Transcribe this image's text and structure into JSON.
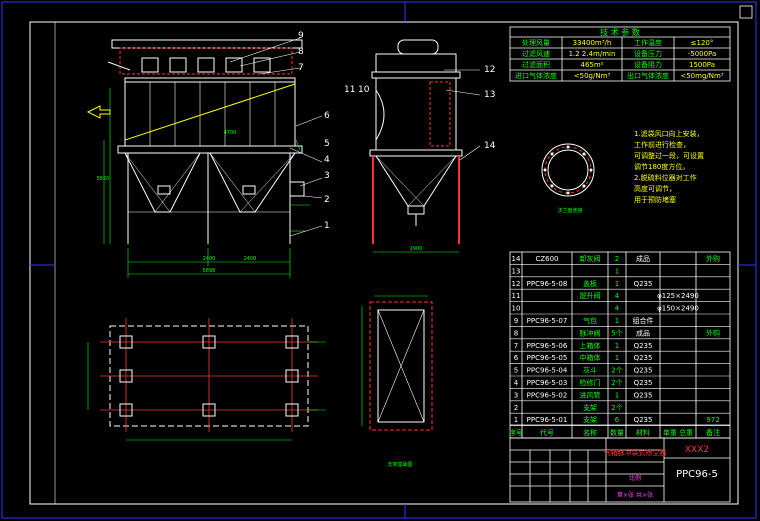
{
  "callouts": [
    "1",
    "2",
    "3",
    "4",
    "5",
    "6",
    "7",
    "8",
    "9",
    "10",
    "11",
    "12",
    "13",
    "14"
  ],
  "tech_params": {
    "title": "技 术 参 数",
    "rows": [
      [
        "处理风量",
        "33400m³/h",
        "工作温度",
        "≤120°"
      ],
      [
        "过滤风速",
        "1.2 2.4m/min",
        "设备压力",
        "-5000Pa"
      ],
      [
        "过滤面积",
        "465m²",
        "设备阻力",
        "1500Pa"
      ],
      [
        "进口气体浓度",
        "<50g/Nm³",
        "出口气体浓度",
        "<50mg/Nm³"
      ]
    ]
  },
  "notes": [
    "1.滤袋风口向上安装，",
    "工作前进行检查，",
    "可调整过一段，可设置",
    "调节180度方位。",
    "2.脱硫料位器对工作",
    "高度可调节，",
    "用于预防堵塞"
  ],
  "detail_label": "法兰盘连接",
  "plan_label": "支架基础图",
  "bom_rows": [
    [
      "14",
      "CZ600",
      "卸灰阀",
      "2",
      "成品",
      "",
      "外购"
    ],
    [
      "13",
      "",
      "",
      "1",
      "",
      "",
      " "
    ],
    [
      "12",
      "PPC96-5-08",
      "盖板",
      "1",
      "Q235",
      "",
      ""
    ],
    [
      "11",
      "",
      "提升阀",
      "4",
      "",
      "φ125×2490",
      ""
    ],
    [
      "10",
      "",
      "",
      "4",
      "",
      "φ150×2490",
      ""
    ],
    [
      "9",
      "PPC96-5-07",
      "气包",
      "1",
      "组合件",
      "",
      ""
    ],
    [
      "8",
      "",
      "脉冲阀",
      "5个",
      "成品",
      "",
      "外购"
    ],
    [
      "7",
      "PPC96-5-06",
      "上箱体",
      "1",
      "Q235",
      "",
      ""
    ],
    [
      "6",
      "PPC96-5-05",
      "中箱体",
      "1",
      "Q235",
      "",
      ""
    ],
    [
      "5",
      "PPC96-5-04",
      "灰斗",
      "2个",
      "Q235",
      "",
      ""
    ],
    [
      "4",
      "PPC96-5-03",
      "检修门",
      "2个",
      "Q235",
      "",
      ""
    ],
    [
      "3",
      "PPC96-5-02",
      "进风管",
      "1",
      "Q235",
      "",
      ""
    ],
    [
      "2",
      "",
      "支架",
      "2个",
      "",
      "",
      ""
    ],
    [
      "1",
      "PPC96-5-01",
      "支架",
      "6",
      "Q235",
      "",
      "972"
    ]
  ],
  "bom_header": [
    "序号",
    "代号",
    "名称",
    "数量",
    "材料",
    "单重 总重",
    "备注"
  ],
  "title_block": {
    "drawing_name": "气箱脉冲袋式除尘器",
    "company": "XXX2",
    "code": "PPC96-5",
    "scale_label": "比例",
    "sheet_label": "第×张 共×张"
  },
  "dims": {
    "top_width": "4700",
    "overall_width": "5898",
    "bottom_left": "2400",
    "bottom_right": "2400",
    "height_total": "5820",
    "side_width": "1900"
  },
  "colors": {
    "background": "#000000",
    "line_white": "#ffffff",
    "line_green": "#00ff00",
    "line_red": "#ff0000",
    "line_cyan": "#00ffff",
    "line_yellow": "#ffff00",
    "line_magenta": "#ff00ff",
    "frame_blue": "#3333ff"
  }
}
